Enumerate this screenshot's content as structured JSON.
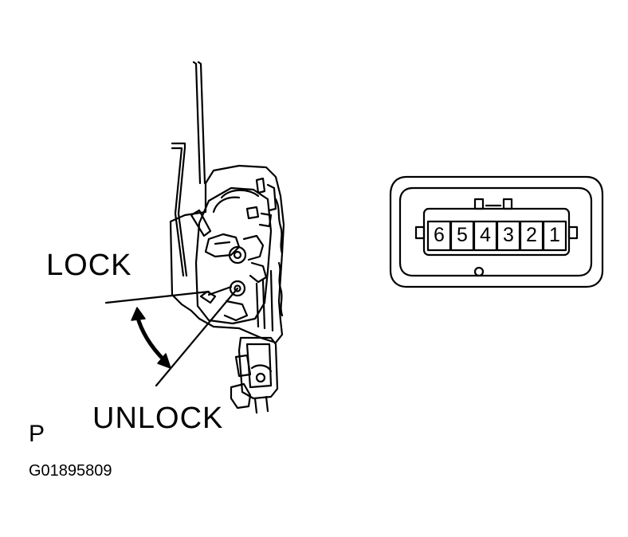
{
  "labels": {
    "lock": "LOCK",
    "unlock": "UNLOCK",
    "view": "P",
    "figure_code": "G01895809"
  },
  "connector": {
    "pins": [
      "6",
      "5",
      "4",
      "3",
      "2",
      "1"
    ]
  }
}
